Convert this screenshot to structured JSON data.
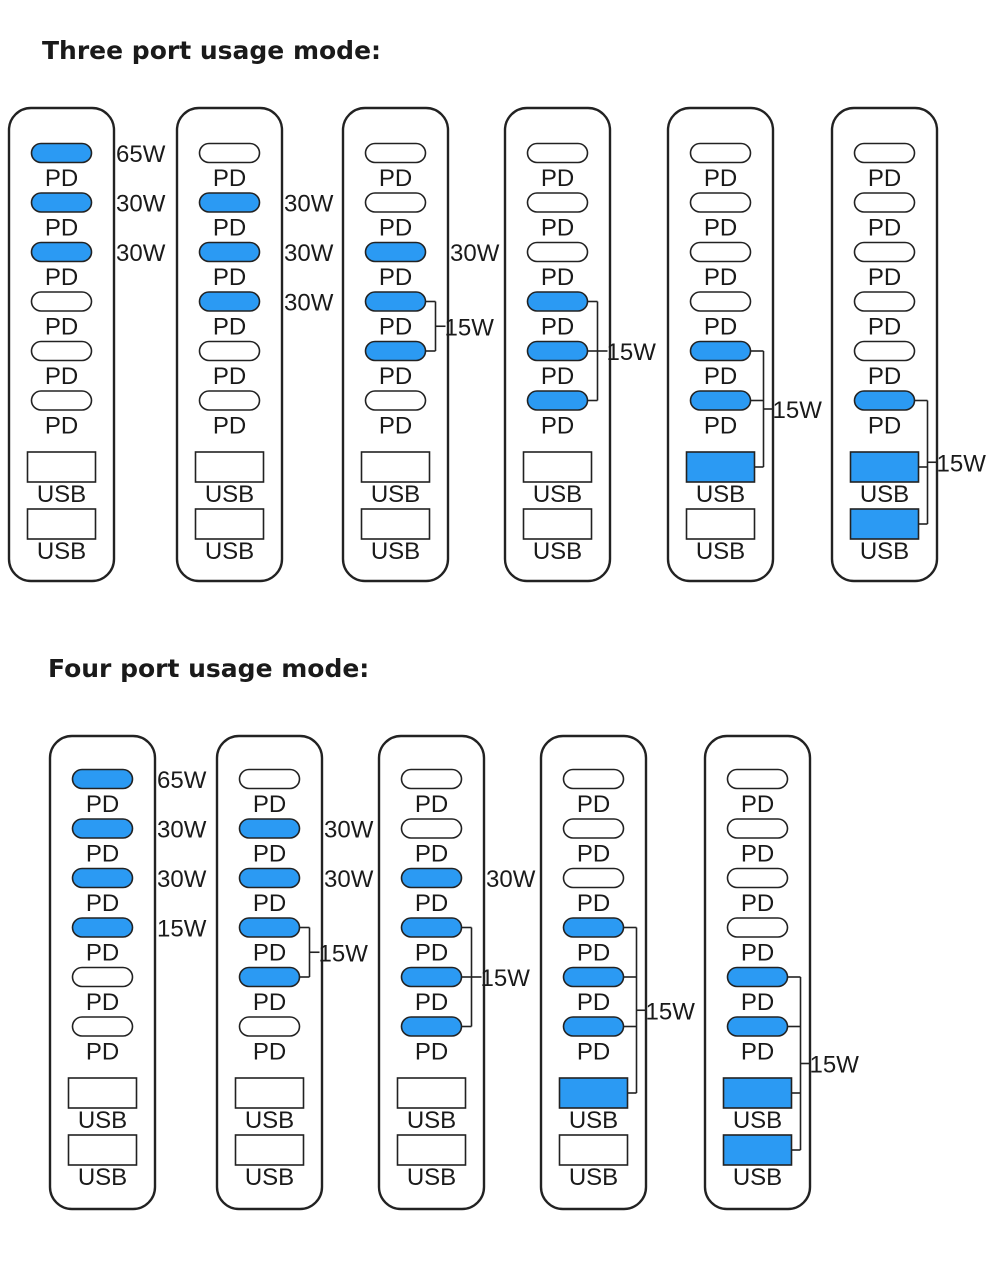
{
  "colors": {
    "active": "#2b9af3",
    "outline": "#222222",
    "text": "#1a1a1a",
    "background": "#ffffff"
  },
  "labels": {
    "pd": "PD",
    "usb": "USB"
  },
  "sections": [
    {
      "title": "Three port usage mode:",
      "strips": [
        {
          "active": [
            0,
            1,
            2
          ],
          "port_watts": [
            {
              "port": 0,
              "text": "65W"
            },
            {
              "port": 1,
              "text": "30W"
            },
            {
              "port": 2,
              "text": "30W"
            }
          ],
          "group": null
        },
        {
          "active": [
            1,
            2,
            3
          ],
          "port_watts": [
            {
              "port": 1,
              "text": "30W"
            },
            {
              "port": 2,
              "text": "30W"
            },
            {
              "port": 3,
              "text": "30W"
            }
          ],
          "group": null
        },
        {
          "active": [
            2,
            3,
            4
          ],
          "port_watts": [
            {
              "port": 2,
              "text": "30W"
            }
          ],
          "group": {
            "ports": [
              3,
              4
            ],
            "text": "15W"
          }
        },
        {
          "active": [
            3,
            4,
            5
          ],
          "port_watts": [],
          "group": {
            "ports": [
              3,
              4,
              5
            ],
            "text": "15W"
          }
        },
        {
          "active": [
            4,
            5,
            6
          ],
          "port_watts": [],
          "group": {
            "ports": [
              4,
              5,
              6
            ],
            "text": "15W"
          }
        },
        {
          "active": [
            5,
            6,
            7
          ],
          "port_watts": [],
          "group": {
            "ports": [
              5,
              6,
              7
            ],
            "text": "15W"
          }
        }
      ]
    },
    {
      "title": "Four port usage mode:",
      "strips": [
        {
          "active": [
            0,
            1,
            2,
            3
          ],
          "port_watts": [
            {
              "port": 0,
              "text": "65W"
            },
            {
              "port": 1,
              "text": "30W"
            },
            {
              "port": 2,
              "text": "30W"
            },
            {
              "port": 3,
              "text": "15W"
            }
          ],
          "group": null
        },
        {
          "active": [
            1,
            2,
            3,
            4
          ],
          "port_watts": [
            {
              "port": 1,
              "text": "30W"
            },
            {
              "port": 2,
              "text": "30W"
            }
          ],
          "group": {
            "ports": [
              3,
              4
            ],
            "text": "15W"
          }
        },
        {
          "active": [
            2,
            3,
            4,
            5
          ],
          "port_watts": [
            {
              "port": 2,
              "text": "30W"
            }
          ],
          "group": {
            "ports": [
              3,
              4,
              5
            ],
            "text": "15W"
          }
        },
        {
          "active": [
            3,
            4,
            5,
            6
          ],
          "port_watts": [],
          "group": {
            "ports": [
              3,
              4,
              5,
              6
            ],
            "text": "15W"
          }
        },
        {
          "active": [
            4,
            5,
            6,
            7
          ],
          "port_watts": [],
          "group": {
            "ports": [
              4,
              5,
              6,
              7
            ],
            "text": "15W"
          }
        }
      ]
    }
  ]
}
